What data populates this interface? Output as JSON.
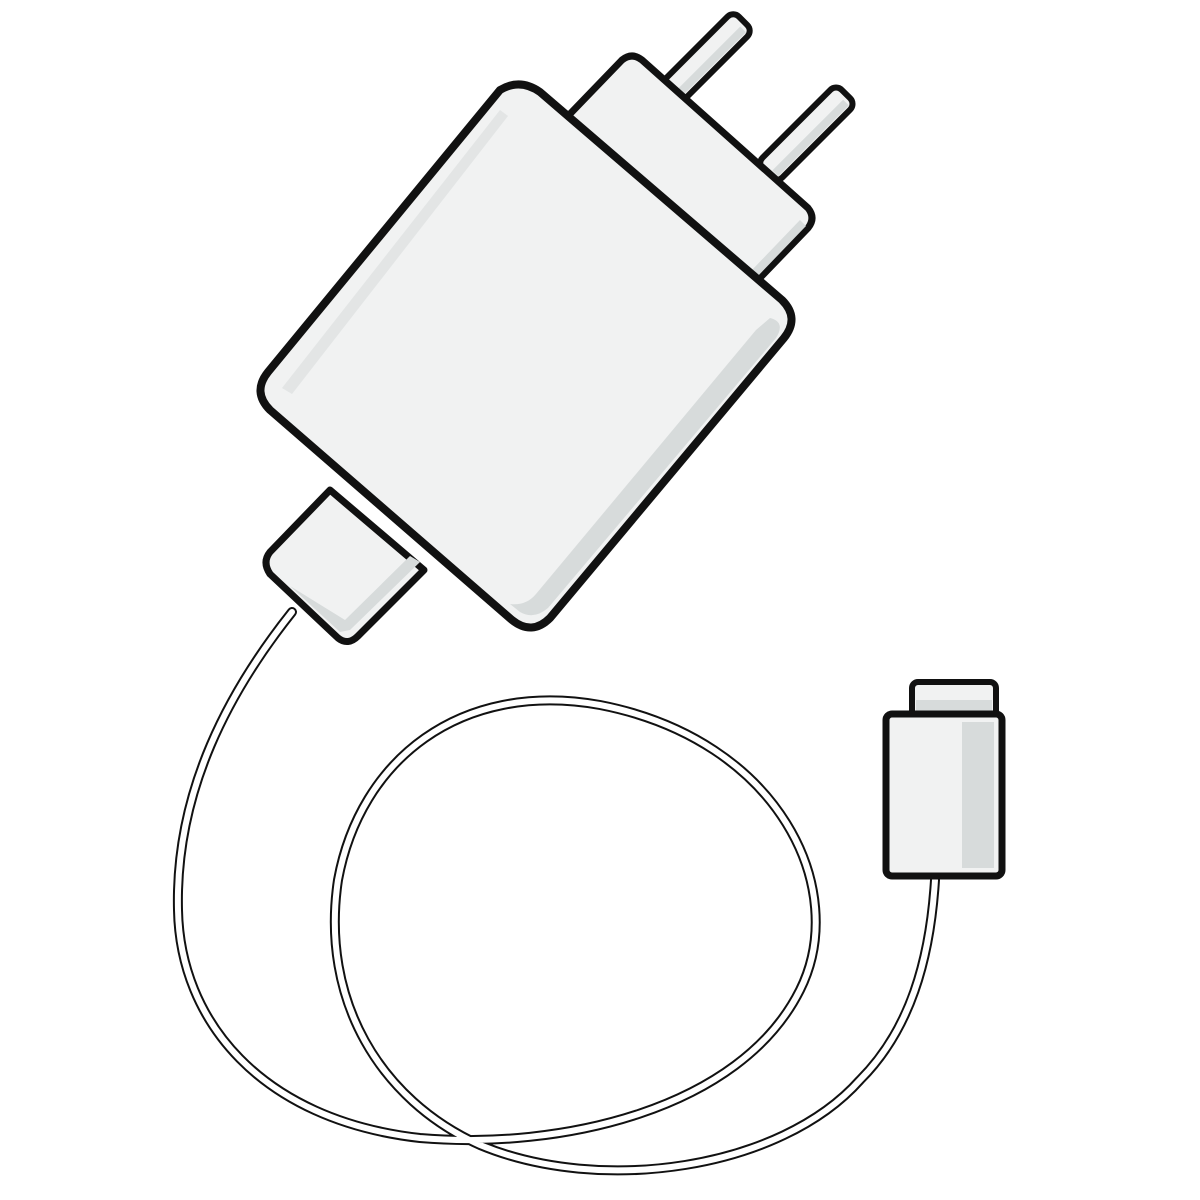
{
  "image": {
    "subject": "",
    "background_color": "#ffffff",
    "colors": {
      "outline": "#111111",
      "plastic_body": "#f1f2f2",
      "plastic_shadow": "#d7dbdb",
      "cable": "#ffffff"
    },
    "parts": [
      "wall-plug-prong",
      "plug-base",
      "charger-body",
      "charger-output-port",
      "usb-cable",
      "usb-c-connector"
    ]
  }
}
